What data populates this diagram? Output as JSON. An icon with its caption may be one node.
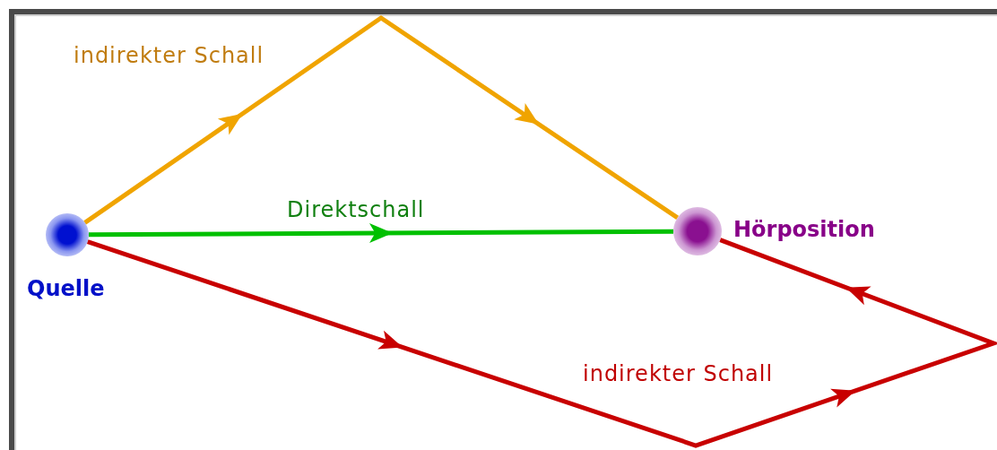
{
  "diagram": {
    "nodes": [
      {
        "text": [
          "Quelle"
        ]
      },
      {
        "text": [
          "Hörposition"
        ]
      }
    ],
    "edges": [
      {
        "from": 0,
        "to": 1,
        "arrow": "to",
        "label": "indirekter Schall",
        "color": "#f0a400"
      },
      {
        "from": 0,
        "to": 1,
        "arrow": "to",
        "label": "Direktschall",
        "color": "#00c000"
      },
      {
        "from": 0,
        "to": 1,
        "arrow": "to",
        "label": "indirekter Schall",
        "color": "#c80000"
      }
    ]
  }
}
